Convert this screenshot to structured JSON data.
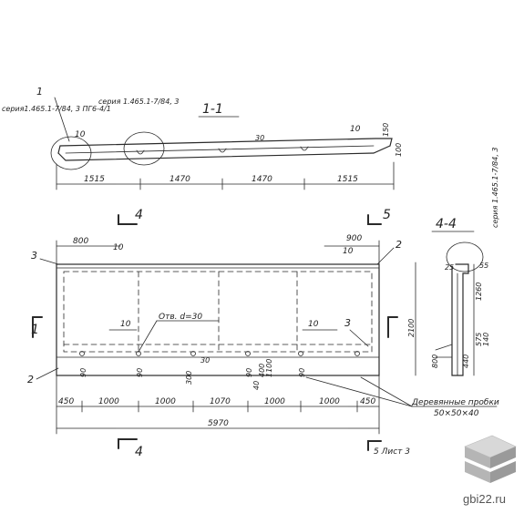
{
  "section_1_1": {
    "title": "1-1",
    "series_a": "серия1.465.1-7/84, 3 ПГ6-4/1",
    "series_b": "серия 1.465.1-7/84, 3",
    "mark_1": "1",
    "mark_10a": "10",
    "mark_10b": "10",
    "dim_30": "30",
    "dim_150": "150",
    "dim_100": "100",
    "spans": [
      "1515",
      "1470",
      "1470",
      "1515"
    ]
  },
  "elevation": {
    "section_mark_4": "4",
    "section_mark_5": "5",
    "section_mark_1": "1",
    "callout_3_left": "3",
    "callout_3_right": "3",
    "callout_2_left": "2",
    "callout_2_right": "2",
    "dim_800_left": "800",
    "dim_900_right": "900",
    "mark_10_top_left": "10",
    "mark_10_top_right": "10",
    "mark_10_bottom_left": "10",
    "mark_10_bottom_right": "10",
    "opening_label": "Отв. d=30",
    "height_total": "2100",
    "dim_300": "300",
    "dim_30_v": "30",
    "dim_400": "400",
    "dim_1100": "1100",
    "dim_40": "40",
    "dim_90": "90",
    "bottom_spans": [
      "450",
      "1000",
      "1000",
      "1070",
      "1000",
      "1000",
      "450"
    ],
    "total_length": "5970",
    "wood_note_1": "Деревянные пробки",
    "wood_note_2": "50×50×40",
    "sheet_ref": "5 Лист 3"
  },
  "section_4_4": {
    "title": "4-4",
    "series": "серия 1.465.1-7/84, 3",
    "dim_1260": "1260",
    "dim_25": "25",
    "dim_440": "440",
    "dim_575": "575",
    "dim_140": "140",
    "dim_800": "800",
    "dim_55": "55"
  },
  "watermark": {
    "text": "gbi22.ru"
  }
}
